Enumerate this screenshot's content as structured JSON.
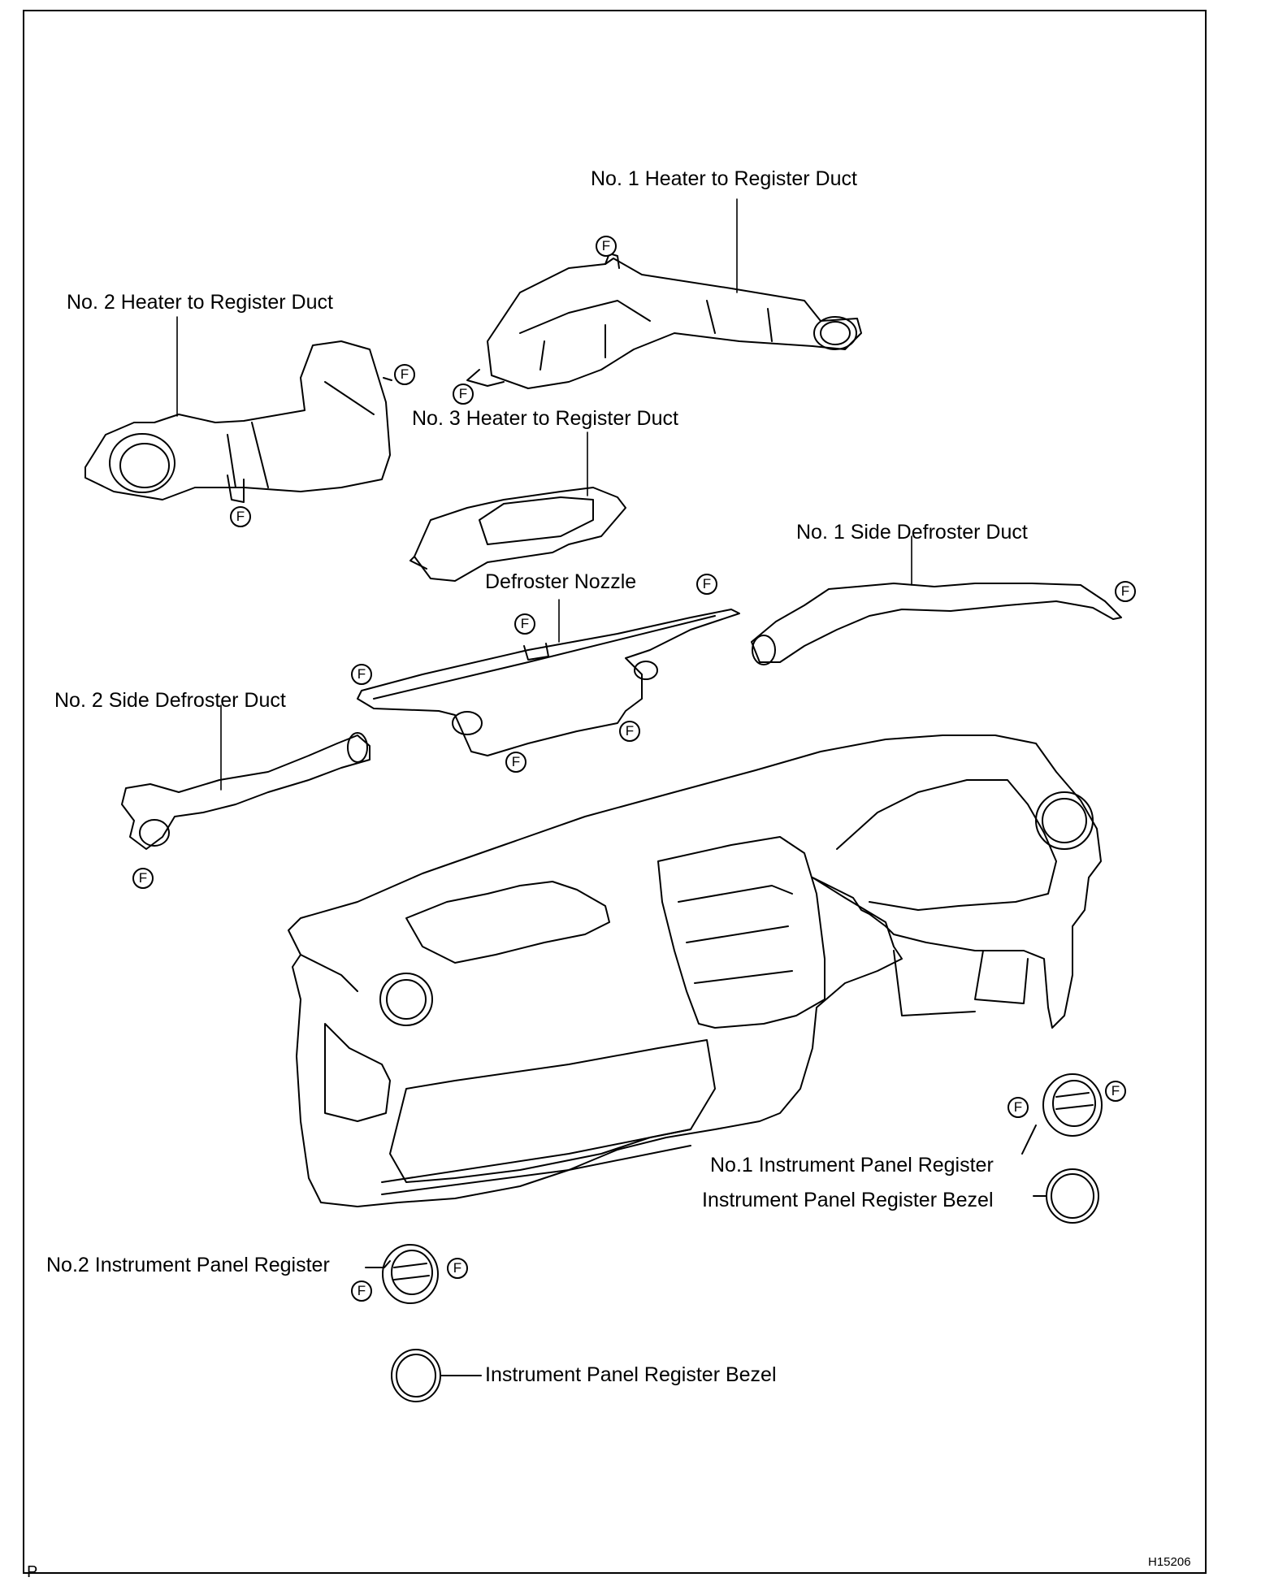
{
  "diagram": {
    "labels": {
      "no1_heater_to_register_duct": "No. 1 Heater to Register Duct",
      "no2_heater_to_register_duct": "No. 2 Heater to Register Duct",
      "no3_heater_to_register_duct": "No. 3 Heater to Register Duct",
      "no1_side_defroster_duct": "No. 1 Side Defroster Duct",
      "defroster_nozzle": "Defroster Nozzle",
      "no2_side_defroster_duct": "No. 2 Side Defroster Duct",
      "no1_instrument_panel_register": "No.1 Instrument Panel Register",
      "instrument_panel_register_bezel_right": "Instrument Panel Register Bezel",
      "no2_instrument_panel_register": "No.2 Instrument Panel Register",
      "instrument_panel_register_bezel_left": "Instrument Panel Register Bezel"
    },
    "fastener_symbol": "F",
    "corner_code": "P",
    "figure_id": "H15206"
  }
}
